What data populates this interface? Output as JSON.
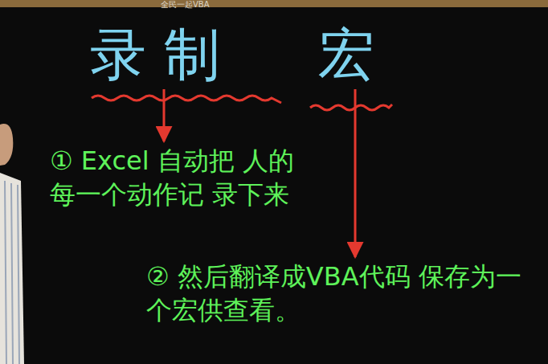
{
  "diagram": {
    "nodes": [
      {
        "text": [
          "录制"
        ]
      },
      {
        "text": [
          "宏"
        ]
      },
      {
        "text": [
          "① Excel 自动把 人的每一个动作记 录下来"
        ]
      },
      {
        "text": [
          "② 然后翻译成VBA代码 保存为一个宏供查看。"
        ]
      }
    ],
    "edges": [
      {
        "from": 0,
        "to": 2,
        "arrow": "to"
      },
      {
        "from": 1,
        "to": 3,
        "arrow": "to"
      }
    ],
    "labels": [
      "全民一起VBA"
    ]
  }
}
